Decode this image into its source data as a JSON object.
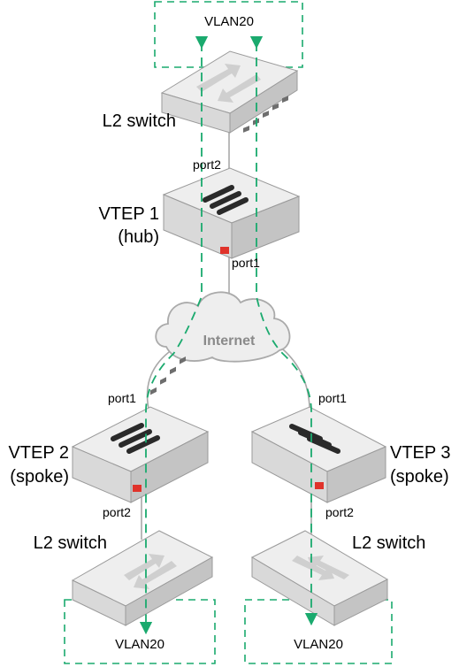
{
  "colors": {
    "tunnel": "#1aaa6e",
    "link": "#a8a8a8",
    "device_top": "#eeeeee",
    "device_front": "#d9d9d9",
    "device_side": "#c4c4c4",
    "badge": "#e0332b"
  },
  "vlans": {
    "top": "VLAN20",
    "bottom_left": "VLAN20",
    "bottom_right": "VLAN20"
  },
  "devices": {
    "top_switch": {
      "label": "L2 switch"
    },
    "vtep1": {
      "line1": "VTEP 1",
      "line2": "(hub)"
    },
    "vtep2": {
      "line1": "VTEP 2",
      "line2": "(spoke)"
    },
    "vtep3": {
      "line1": "VTEP 3",
      "line2": "(spoke)"
    },
    "bottom_left_switch": {
      "label": "L2 switch"
    },
    "bottom_right_switch": {
      "label": "L2 switch"
    }
  },
  "cloud": {
    "label": "Internet"
  },
  "ports": {
    "vtep1_top": "port2",
    "vtep1_bottom": "port1",
    "vtep2_top": "port1",
    "vtep2_bottom": "port2",
    "vtep3_top": "port1",
    "vtep3_bottom": "port2"
  }
}
